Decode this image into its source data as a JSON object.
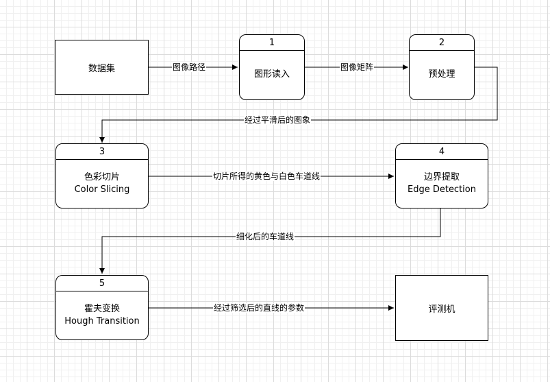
{
  "entities": [
    {
      "id": "dataset",
      "label": "数据集"
    },
    {
      "id": "evaluator",
      "label": "评测机"
    }
  ],
  "processes": [
    {
      "id": "p1",
      "number": "1",
      "label": "图形读入",
      "label_en": ""
    },
    {
      "id": "p2",
      "number": "2",
      "label": "预处理",
      "label_en": ""
    },
    {
      "id": "p3",
      "number": "3",
      "label": "色彩切片",
      "label_en": "Color Slicing"
    },
    {
      "id": "p4",
      "number": "4",
      "label": "边界提取",
      "label_en": "Edge Detection"
    },
    {
      "id": "p5",
      "number": "5",
      "label": "霍夫变换",
      "label_en": "Hough Transition"
    }
  ],
  "flows": [
    {
      "from": "dataset",
      "to": "p1",
      "label": "图像路径"
    },
    {
      "from": "p1",
      "to": "p2",
      "label": "图像矩阵"
    },
    {
      "from": "p2",
      "to": "p3",
      "label": "经过平滑后的图象"
    },
    {
      "from": "p3",
      "to": "p4",
      "label": "切片所得的黄色与白色车道线"
    },
    {
      "from": "p4",
      "to": "p5",
      "label": "细化后的车道线"
    },
    {
      "from": "p5",
      "to": "evaluator",
      "label": "经过筛选后的直线的参数"
    }
  ]
}
